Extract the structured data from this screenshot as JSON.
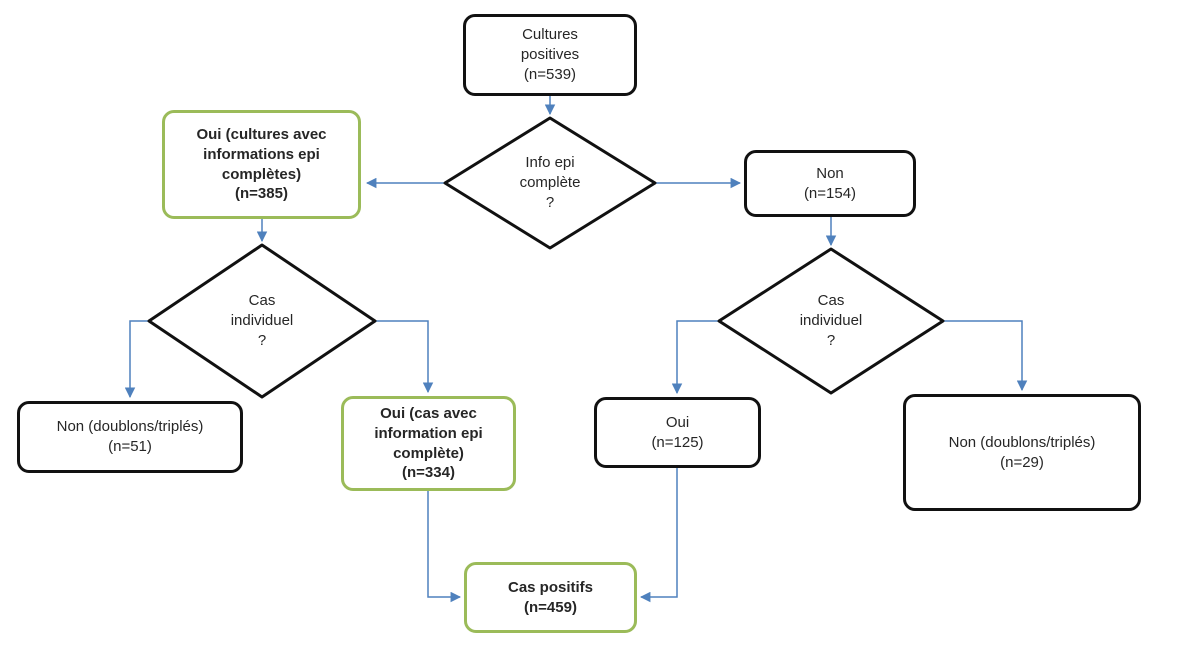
{
  "colors": {
    "bg": "#ffffff",
    "box-border": "#111111",
    "green-border": "#9bbb59",
    "arrow": "#4f81bd",
    "text": "#262626"
  },
  "nodes": {
    "cultures_positives": {
      "label": "Cultures\npositives\n(n=539)"
    },
    "info_epi": {
      "label": "Info epi\ncomplète\n?"
    },
    "oui_cultures": {
      "label": "Oui (cultures avec\ninformations epi\ncomplètes)\n(n=385)"
    },
    "non_154": {
      "label": "Non\n(n=154)"
    },
    "cas_individuel_left": {
      "label": "Cas\nindividuel\n?"
    },
    "non_doublons_51": {
      "label": "Non (doublons/triplés)\n(n=51)"
    },
    "oui_cas_334": {
      "label": "Oui (cas avec\ninformation epi\ncomplète)\n(n=334)"
    },
    "cas_individuel_right": {
      "label": "Cas\nindividuel\n?"
    },
    "oui_125": {
      "label": "Oui\n(n=125)"
    },
    "non_doublons_29": {
      "label": "Non (doublons/triplés)\n(n=29)"
    },
    "cas_positifs": {
      "label": "Cas positifs\n(n=459)"
    }
  }
}
